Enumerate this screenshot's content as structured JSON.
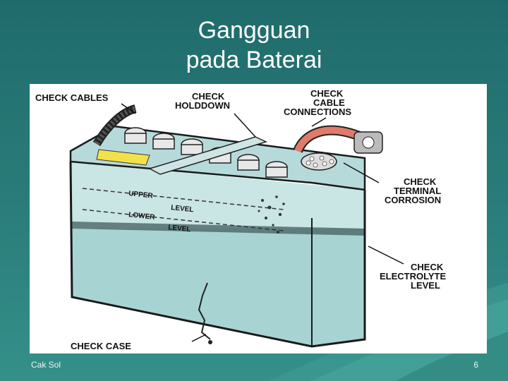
{
  "slide": {
    "title_line1": "Gangguan",
    "title_line2": "pada Baterai",
    "author": "Cak Sol",
    "page_number": "6"
  },
  "diagram": {
    "labels": {
      "check_cables": "CHECK CABLES",
      "check_holddown_1": "CHECK",
      "check_holddown_2": "HOLDDOWN",
      "check_cable_conn_1": "CHECK",
      "check_cable_conn_2": "CABLE",
      "check_cable_conn_3": "CONNECTIONS",
      "terminal_corrosion_1": "CHECK",
      "terminal_corrosion_2": "TERMINAL",
      "terminal_corrosion_3": "CORROSION",
      "electrolyte_1": "CHECK",
      "electrolyte_2": "ELECTROLYTE",
      "electrolyte_3": "LEVEL",
      "check_case": "CHECK CASE",
      "upper": "UPPER",
      "lower": "LOWER",
      "level_upper": "LEVEL",
      "level_lower": "LEVEL"
    }
  }
}
